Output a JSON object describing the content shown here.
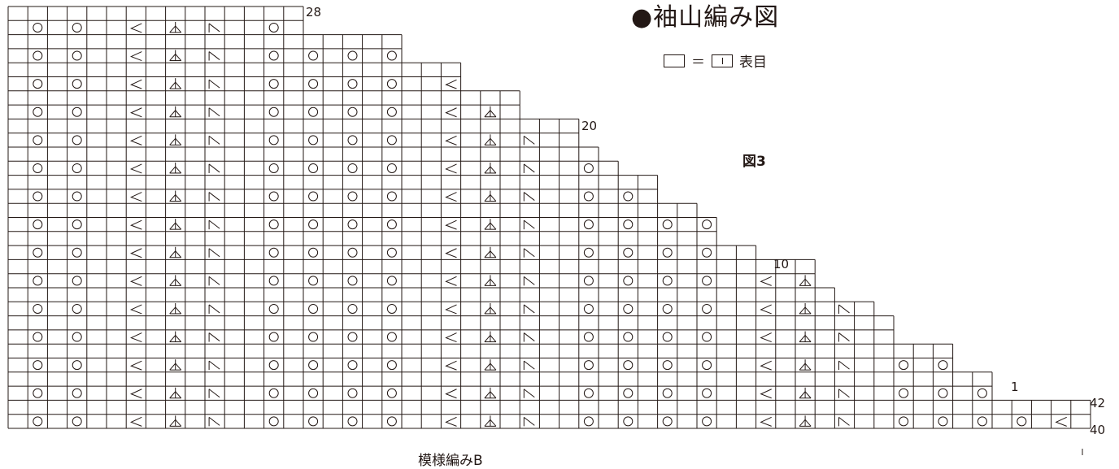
{
  "title": "●袖山編み図",
  "legend": {
    "equals": "＝",
    "text": "表目"
  },
  "figure_label": "図3",
  "pattern_caption": "模様編みB",
  "row_labels": {
    "r28": "28",
    "r20": "20",
    "r10": "10",
    "r1": "1",
    "r42": "42",
    "r40": "40"
  },
  "symbols": {
    "yo": "circle",
    "k2tog": "right-slant",
    "ssk": "left-slant",
    "s2kp": "center-double-decrease",
    "knit": "blank"
  },
  "colors": {
    "ink": "#231815",
    "background": "#ffffff"
  }
}
